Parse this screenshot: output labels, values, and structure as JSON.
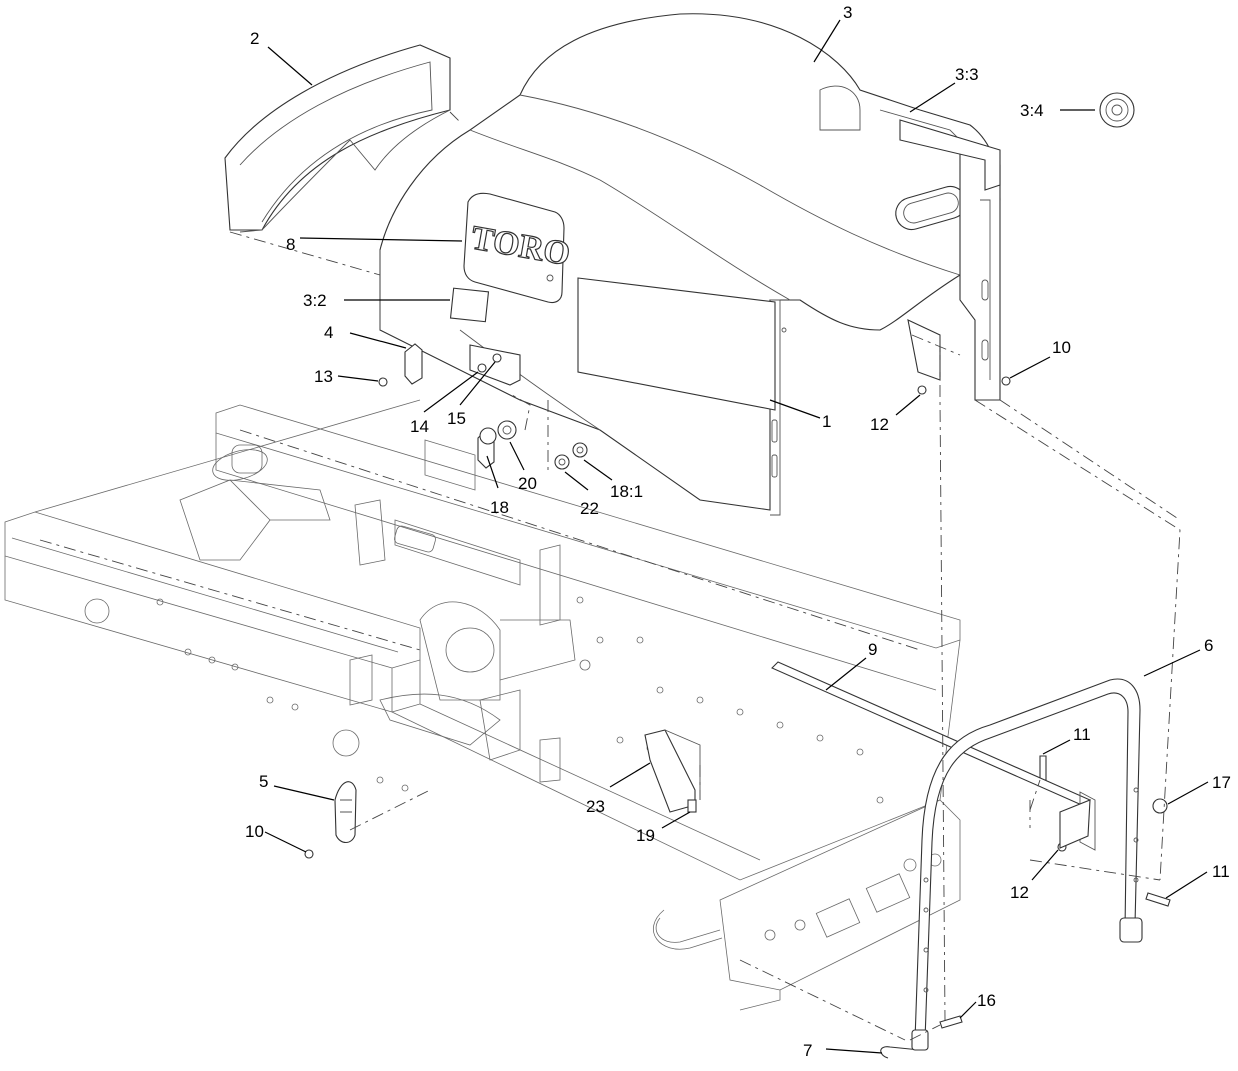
{
  "diagram": {
    "brand_logo_text": "TORO",
    "callouts": [
      "1",
      "2",
      "3",
      "3:2",
      "3:3",
      "3:4",
      "4",
      "5",
      "6",
      "7",
      "8",
      "9",
      "10",
      "10",
      "11",
      "11",
      "12",
      "12",
      "13",
      "14",
      "15",
      "16",
      "17",
      "18",
      "18:1",
      "19",
      "20",
      "22",
      "23"
    ]
  }
}
